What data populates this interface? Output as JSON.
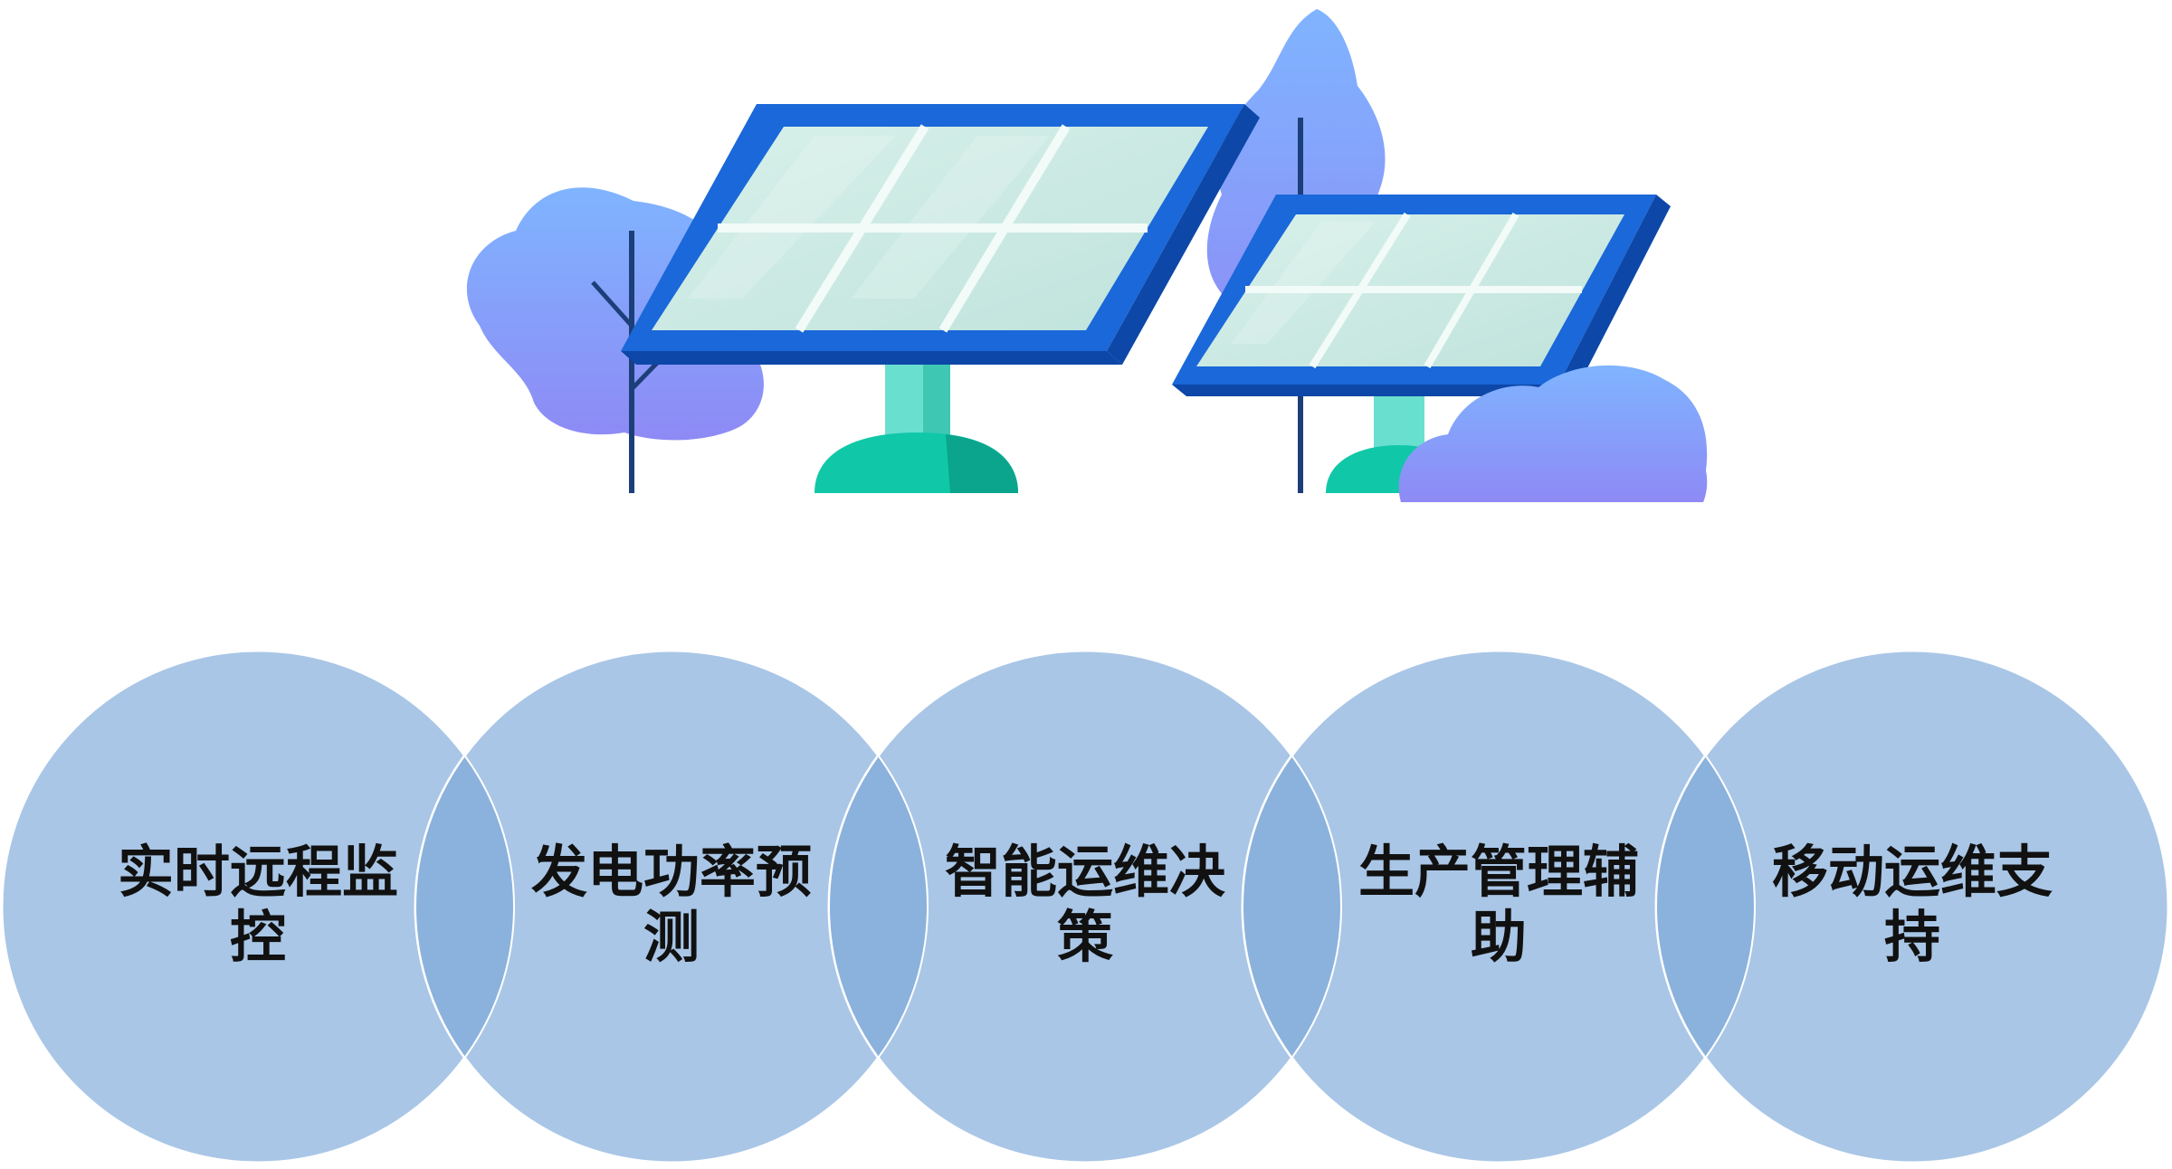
{
  "illustration": {
    "name": "solar-panels-illustration",
    "colors": {
      "panel_frame": "#1a68d9",
      "panel_frame_dark": "#0d47a8",
      "panel_glass": "#c8e8e2",
      "panel_grid": "#f2fbf8",
      "stand": "#69dfcf",
      "stand_dark": "#3ec8b4",
      "base": "#10c8a8",
      "base_dark": "#0aa58c",
      "tree_top": "#7fb4ff",
      "tree_bottom": "#8e8af5",
      "trunk": "#1c3f7a"
    }
  },
  "features": {
    "colors": {
      "circle_fill": "#a9c6e6",
      "overlap_fill": "#8bb2dc",
      "circle_stroke": "#ffffff",
      "text": "#111111"
    },
    "items": [
      {
        "line1": "实时远程监",
        "line2": "控"
      },
      {
        "line1": "发电功率预",
        "line2": "测"
      },
      {
        "line1": "智能运维决",
        "line2": "策"
      },
      {
        "line1": "生产管理辅",
        "line2": "助"
      },
      {
        "line1": "移动运维支",
        "line2": "持"
      }
    ]
  }
}
